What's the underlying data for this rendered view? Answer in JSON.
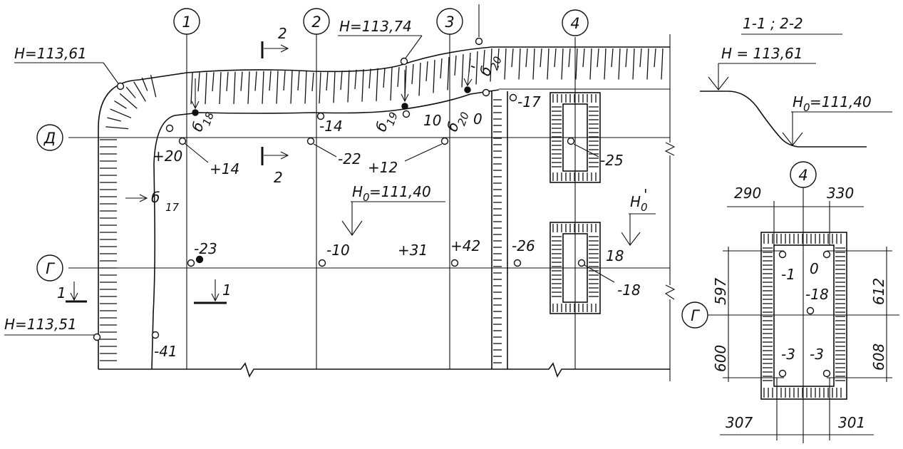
{
  "axes": {
    "a1": "1",
    "a2": "2",
    "a3": "3",
    "a4": "4",
    "aD": "Д",
    "aG": "Г",
    "aG2": "Г",
    "a4_detail": "4"
  },
  "section_title": "1-1 ; 2-2",
  "elevations": {
    "h_top_left": "H=113,61",
    "h_top_mid": "H=113,74",
    "h_left_low": "H=113,51",
    "h0_mid": "H",
    "h0_mid_sub": "0",
    "h0_mid_val": "=111,40",
    "h0_right": "H",
    "h0_right_sub": "0",
    "h0_right_prime": "'",
    "sec_h": "H = 113,61",
    "sec_h0": "H",
    "sec_h0_sub": "0",
    "sec_h0_val": "=111,40"
  },
  "section_marks": {
    "s2_top": "2",
    "s2_bot": "2",
    "s1_left": "1",
    "s1_right": "1"
  },
  "deviations": {
    "p_plus20": "+20",
    "p_plus14": "+14",
    "p_minus14": "-14",
    "p_minus22": "-22",
    "p_plus12": "+12",
    "p_10": "10",
    "p_0": "0",
    "p_minus17": "-17",
    "p_minus25": "-25",
    "p_minus23": "-23",
    "p_minus10": "-10",
    "p_plus31": "+31",
    "p_plus42": "+42",
    "p_minus26": "-26",
    "p_18": "18",
    "p_minus18": "-18",
    "p_minus41": "-41"
  },
  "thickness": {
    "d18": "б",
    "d18_sub": "18",
    "d19": "б",
    "d19_sub": "19",
    "d20a": "б",
    "d20a_sub": "20",
    "d20b": "б",
    "d20b_sub": "20",
    "d20b_prime": "'",
    "d17": "б",
    "d17_sub": "17"
  },
  "detail": {
    "dim_290": "290",
    "dim_330": "330",
    "dim_597": "597",
    "dim_600": "600",
    "dim_612": "612",
    "dim_608": "608",
    "dim_307": "307",
    "dim_301": "301",
    "c_minus1": "-1",
    "c_0": "0",
    "c_minus18": "-18",
    "c_minus3a": "-3",
    "c_minus3b": "-3"
  }
}
